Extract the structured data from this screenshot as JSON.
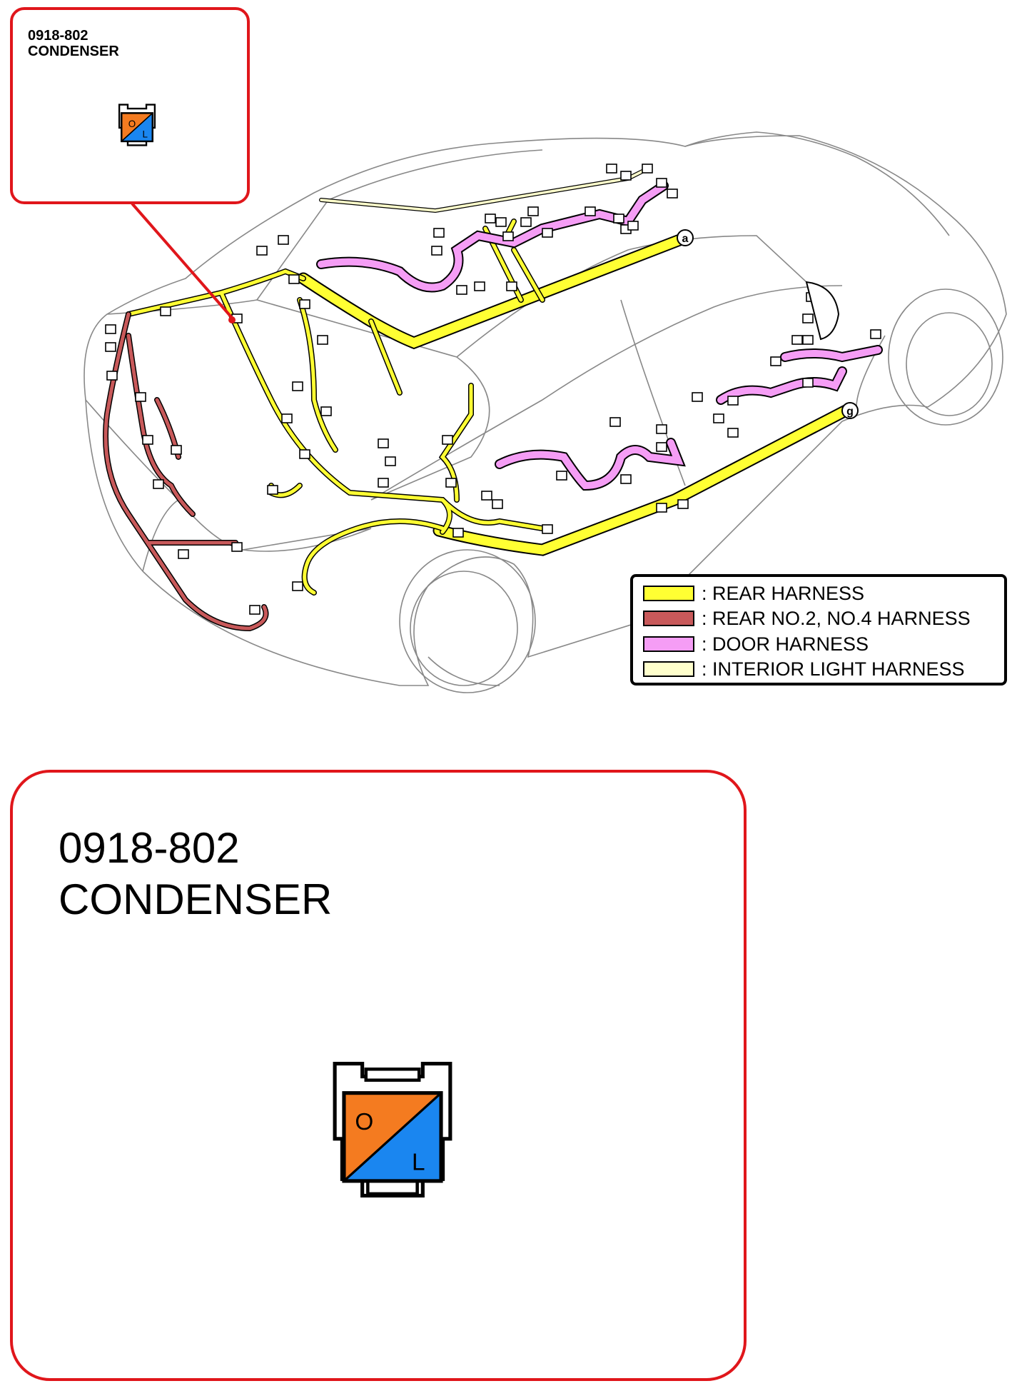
{
  "callout": {
    "code": "0918-802",
    "name": "CONDENSER"
  },
  "connector": {
    "pins": [
      {
        "label": "O",
        "color": "#f47b20"
      },
      {
        "label": "L",
        "color": "#1a86f0"
      }
    ]
  },
  "legend": {
    "items": [
      {
        "label": ": REAR HARNESS",
        "color": "#ffff33"
      },
      {
        "label": ": REAR NO.2, NO.4 HARNESS",
        "color": "#c8595a"
      },
      {
        "label": ": DOOR HARNESS",
        "color": "#f59df5"
      },
      {
        "label": ": INTERIOR LIGHT HARNESS",
        "color": "#ffffcc"
      }
    ]
  },
  "markers": [
    "a",
    "g"
  ],
  "colors": {
    "callout_border": "#e0161b"
  }
}
